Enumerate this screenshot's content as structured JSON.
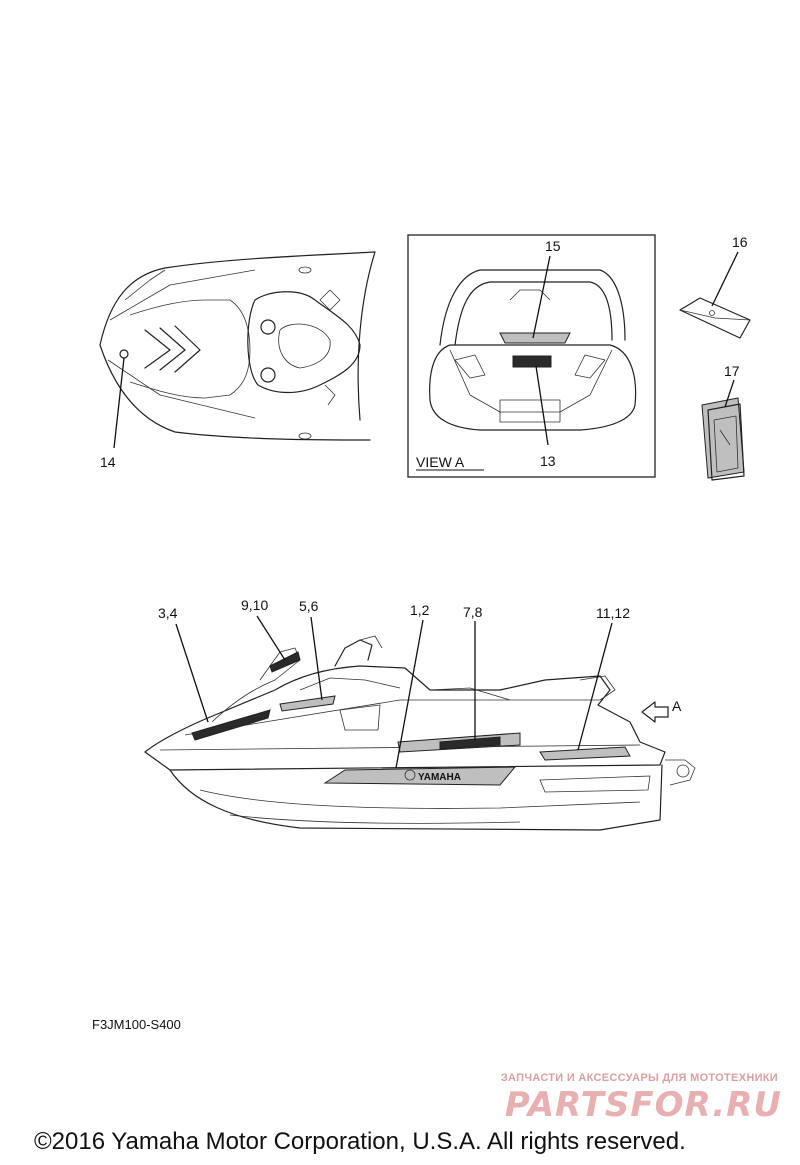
{
  "diagram": {
    "code": "F3JM100-S400",
    "view_label": "VIEW A",
    "arrow_label": "A",
    "hull_emblem": "YAMAHA",
    "callouts": [
      "14",
      "15",
      "13",
      "16",
      "17",
      "3,4",
      "9,10",
      "5,6",
      "1,2",
      "7,8",
      "11,12"
    ]
  },
  "watermark": {
    "tagline": "ЗАПЧАСТИ И АКСЕССУАРЫ ДЛЯ МОТОТЕХНИКИ",
    "brand": "PARTSFOR.RU"
  },
  "footer": {
    "copyright": "©2016 Yamaha Motor Corporation, U.S.A. All rights reserved."
  },
  "colors": {
    "line": "#222222",
    "watermark": "#e8b0b0"
  }
}
